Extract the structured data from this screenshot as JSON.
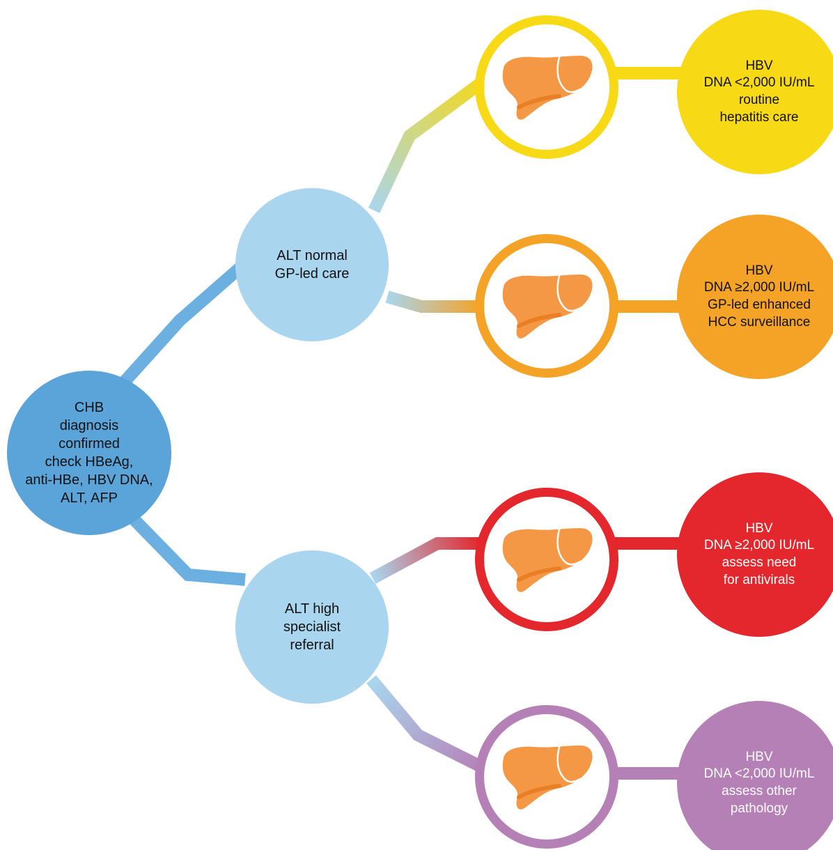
{
  "root": {
    "text": "CHB\ndiagnosis\nconfirmed\ncheck HBeAg,\nanti-HBe, HBV DNA,\nALT, AFP",
    "color": "#5aa4d9"
  },
  "branches": {
    "alt_normal": {
      "text": "ALT normal\nGP-led care",
      "color": "#a9d6ee"
    },
    "alt_high": {
      "text": "ALT high\nspecialist\nreferral",
      "color": "#a9d6ee"
    }
  },
  "outcomes": [
    {
      "icon": "liver-icon",
      "color": "#f7d915",
      "text": "HBV\nDNA <2,000 IU/mL\nroutine\nhepatitis care"
    },
    {
      "icon": "liver-icon",
      "color": "#f4a326",
      "text": "HBV\nDNA ≥2,000 IU/mL\nGP-led enhanced\nHCC surveillance"
    },
    {
      "icon": "liver-icon",
      "color": "#e3272d",
      "text": "HBV\nDNA ≥2,000 IU/mL\nassess need\nfor antivirals"
    },
    {
      "icon": "liver-icon",
      "color": "#b580b6",
      "text": "HBV\nDNA <2,000 IU/mL\nassess other\npathology"
    }
  ]
}
